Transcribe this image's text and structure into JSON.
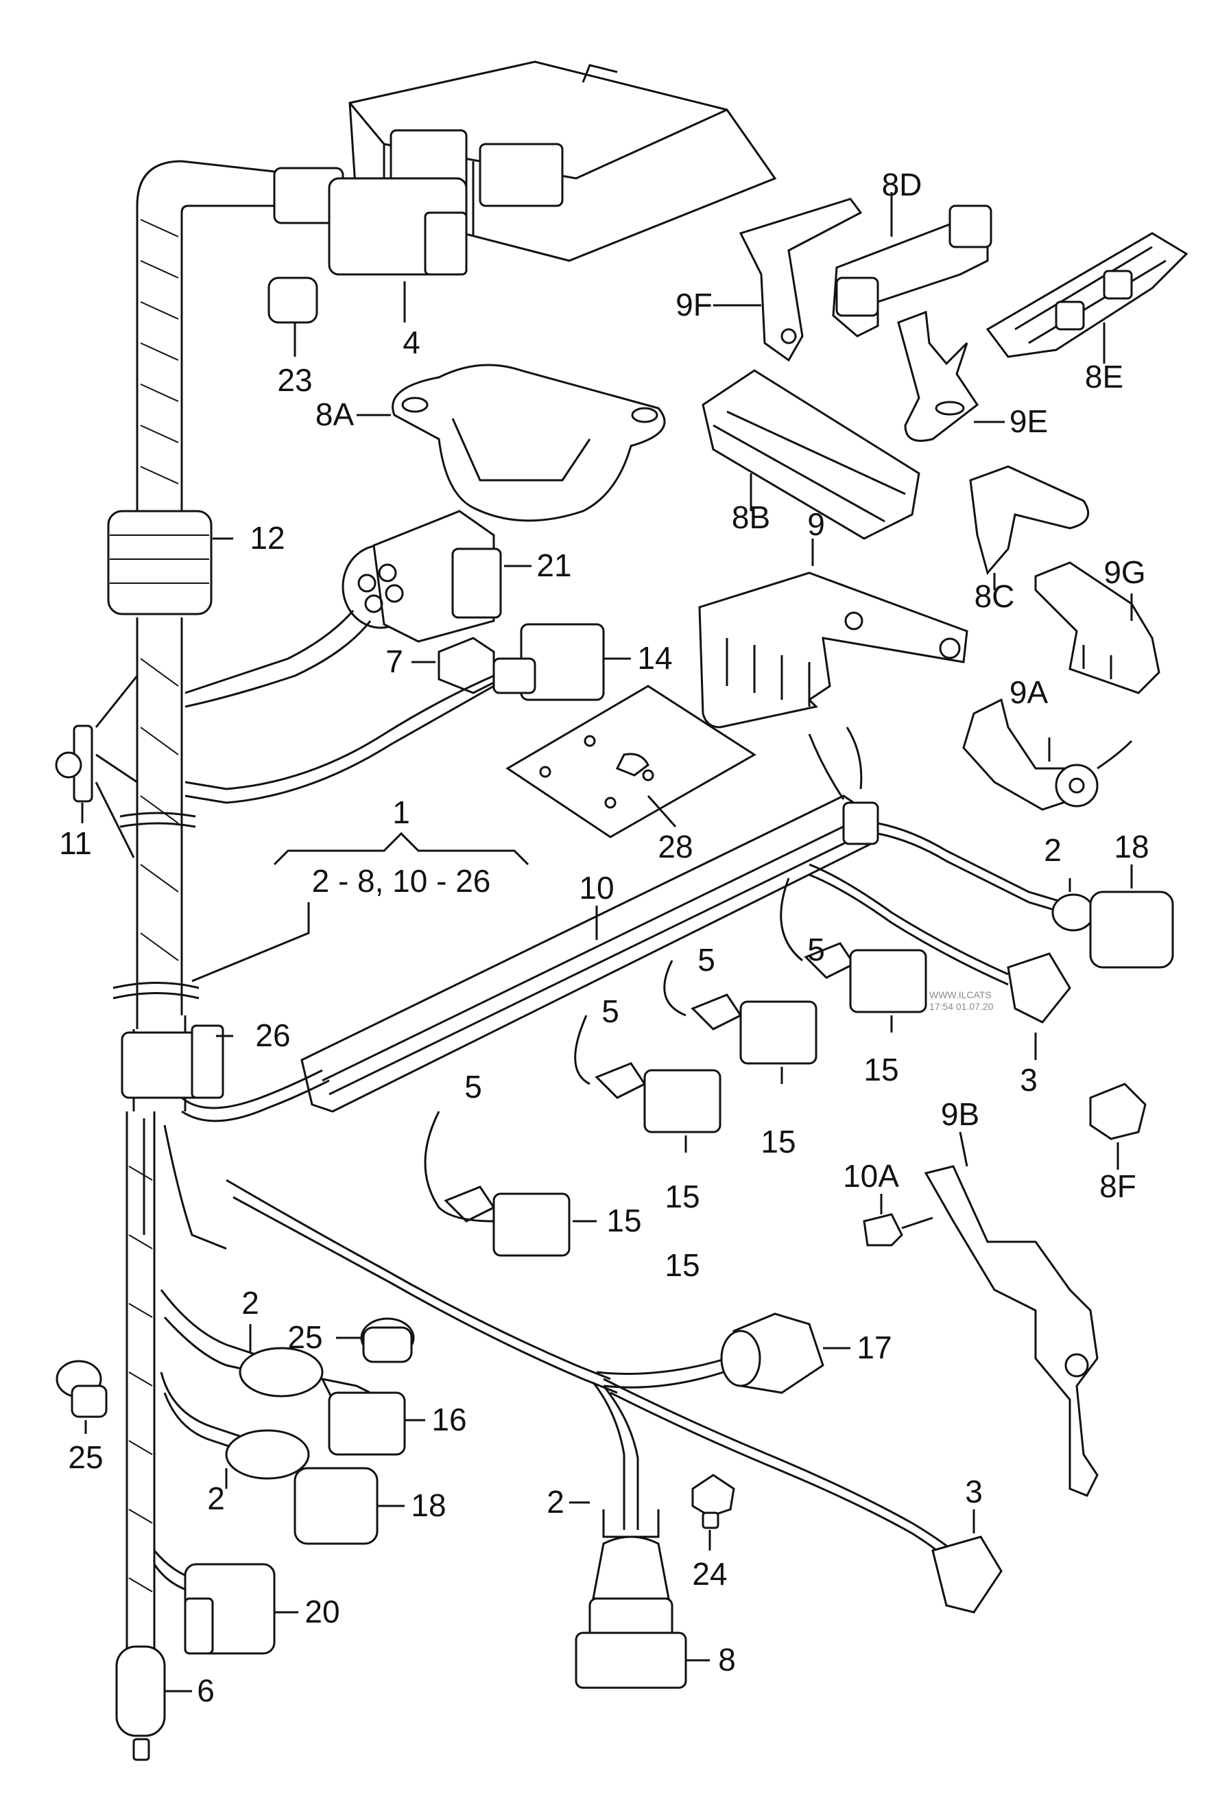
{
  "watermark": {
    "line1": "WWW.ILCATS",
    "line2": "17:54 01.07.20"
  },
  "labels": {
    "l1": "1",
    "l2_8_10_26": "2 - 8, 10 - 26",
    "l2a": "2",
    "l2b": "2",
    "l2c": "2",
    "l2d": "2",
    "l3a": "3",
    "l3b": "3",
    "l4": "4",
    "l5a": "5",
    "l5b": "5",
    "l5c": "5",
    "l5d": "5",
    "l6": "6",
    "l7": "7",
    "l8": "8",
    "l8A": "8A",
    "l8B": "8B",
    "l8C": "8C",
    "l8D": "8D",
    "l8E": "8E",
    "l8F": "8F",
    "l9": "9",
    "l9A": "9A",
    "l9B": "9B",
    "l9E": "9E",
    "l9F": "9F",
    "l9G": "9G",
    "l10": "10",
    "l10A": "10A",
    "l11": "11",
    "l12": "12",
    "l14": "14",
    "l15a": "15",
    "l15b": "15",
    "l15c": "15",
    "l15d": "15",
    "l15e": "15",
    "l16": "16",
    "l17": "17",
    "l18a": "18",
    "l18b": "18",
    "l20": "20",
    "l21": "21",
    "l23": "23",
    "l24": "24",
    "l25a": "25",
    "l25b": "25",
    "l26": "26",
    "l28": "28"
  }
}
